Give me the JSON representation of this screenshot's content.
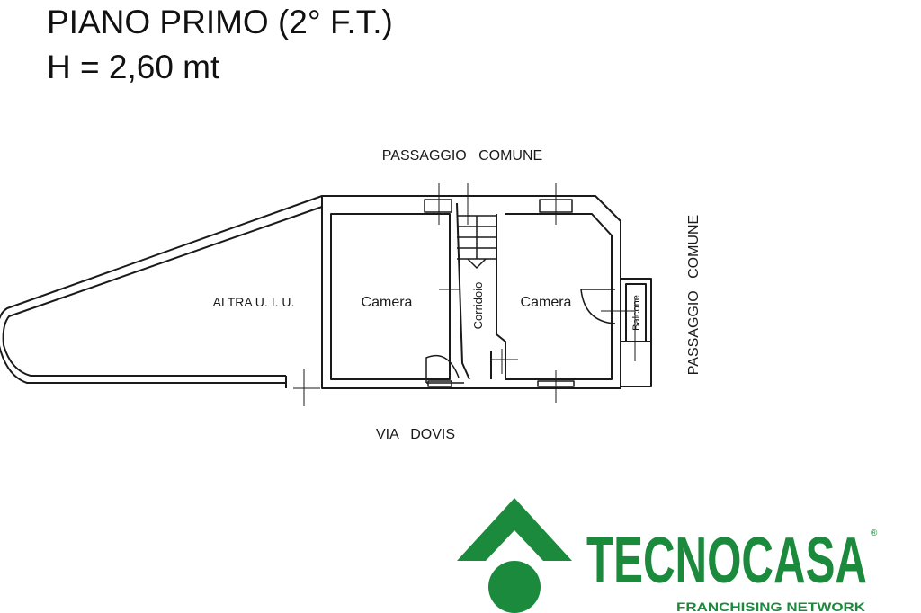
{
  "header": {
    "title": "PIANO PRIMO (2° F.T.)",
    "height_line": "H = 2,60 mt"
  },
  "plan": {
    "labels": {
      "top": "PASSAGGIO   COMUNE",
      "right": "PASSAGGIO   COMUNE",
      "bottom": "VIA   DOVIS",
      "other_unit": "ALTRA U. I. U."
    },
    "rooms": {
      "camera_left": "Camera",
      "camera_right": "Camera",
      "corridoio": "Corridoio",
      "balcone": "Balcone"
    }
  },
  "brand": {
    "name": "TECNOCASA",
    "tagline": "FRANCHISING NETWORK",
    "registered": "®",
    "color": "#1b8a3c"
  }
}
